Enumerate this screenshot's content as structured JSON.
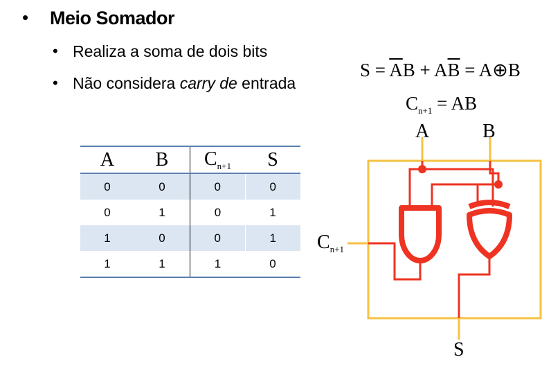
{
  "slide": {
    "title": "Meio Somador",
    "bullet_main": "•",
    "bullet_sub": "•",
    "points": [
      {
        "text": "Realiza a soma de dois bits"
      },
      {
        "pre": "Não considera ",
        "italic": "carry de",
        "post": " entrada"
      }
    ]
  },
  "equations": {
    "s_lhs": "S =",
    "s_abar": "A",
    "s_b1": "B",
    "plus": "+",
    "s_a2": "A",
    "s_bbar": "B",
    "eq2": "=",
    "s_a3": "A",
    "xor": "⊕",
    "s_b3": "B",
    "c_c": "C",
    "c_sub": "n+1",
    "c_rhs": "= AB"
  },
  "truth_table": {
    "headers": [
      "A",
      "B",
      "C",
      "S"
    ],
    "header_sub": "n+1",
    "rows": [
      [
        "0",
        "0",
        "0",
        "0"
      ],
      [
        "0",
        "1",
        "0",
        "1"
      ],
      [
        "1",
        "0",
        "0",
        "1"
      ],
      [
        "1",
        "1",
        "1",
        "0"
      ]
    ]
  },
  "circuit": {
    "input_a": "A",
    "input_b": "B",
    "output_c": "C",
    "output_c_sub": "n+1",
    "output_s": "S",
    "box_color": "#f5c242",
    "gate_color": "#ee3322",
    "wire_color": "#ee3322"
  }
}
